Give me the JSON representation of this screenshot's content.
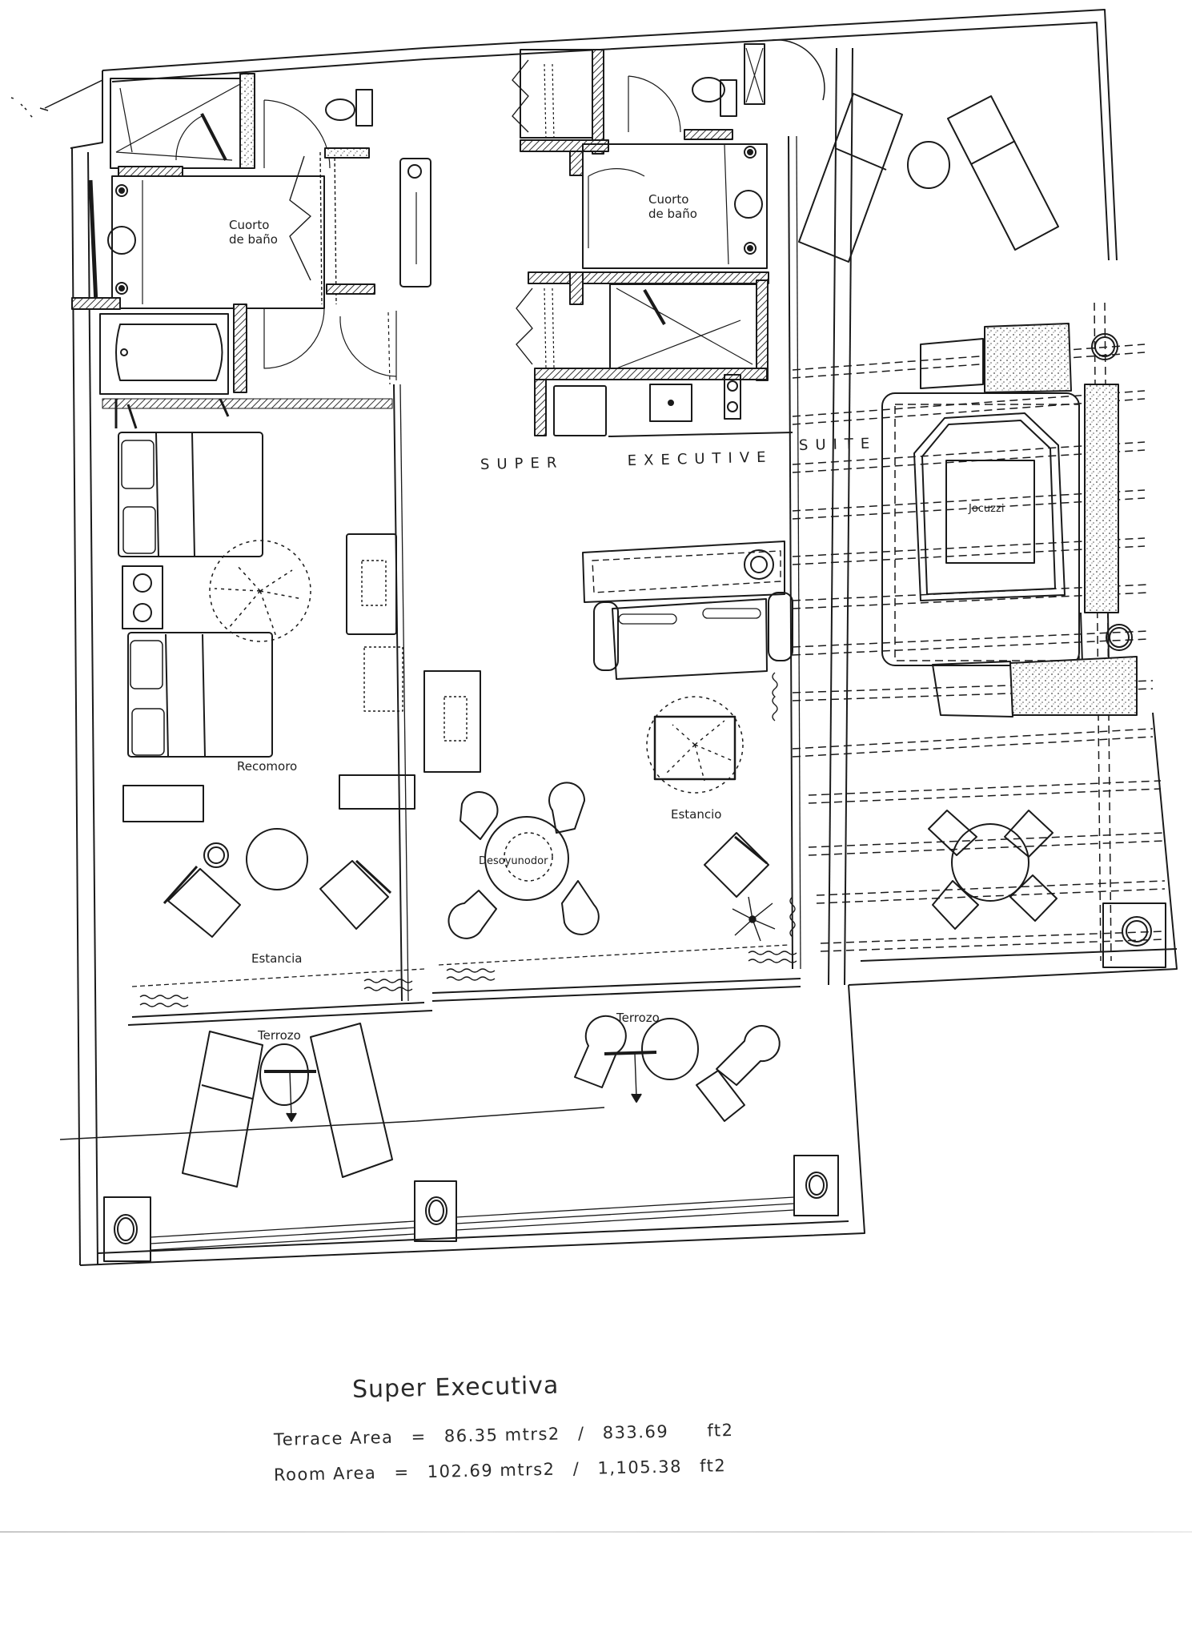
{
  "plan": {
    "title_banner": {
      "word1": "SUPER",
      "word2": "EXECUTIVE",
      "word3": "SUITE"
    },
    "rooms": [
      {
        "id": "bath-left",
        "label_line1": "Cuorto",
        "label_line2": "de baño"
      },
      {
        "id": "bath-right",
        "label_line1": "Cuorto",
        "label_line2": "de baño"
      },
      {
        "id": "bedroom",
        "label": "Recomoro"
      },
      {
        "id": "sitting-left",
        "label": "Estancia"
      },
      {
        "id": "sitting-right",
        "label": "Estancio"
      },
      {
        "id": "breakfast",
        "label": "Desoyunodor"
      },
      {
        "id": "jacuzzi",
        "label": "Jocuzzi"
      },
      {
        "id": "terrace-left",
        "label": "Terrozo"
      },
      {
        "id": "terrace-right",
        "label": "Terrozo"
      }
    ],
    "colors": {
      "line": "#1a1a1a",
      "hatch": "#333333",
      "stipple": "#555555",
      "paper": "#ffffff"
    }
  },
  "caption": {
    "title": "Super Executiva",
    "terrace": {
      "label": "Terrace Area",
      "equals": "=",
      "metric": "86.35 mtrs2",
      "slash": "/",
      "imperial": "833.69",
      "unit": "ft2"
    },
    "room": {
      "label": "Room Area",
      "equals": "=",
      "metric": "102.69 mtrs2",
      "slash": "/",
      "imperial": "1,105.38",
      "unit": "ft2"
    }
  }
}
